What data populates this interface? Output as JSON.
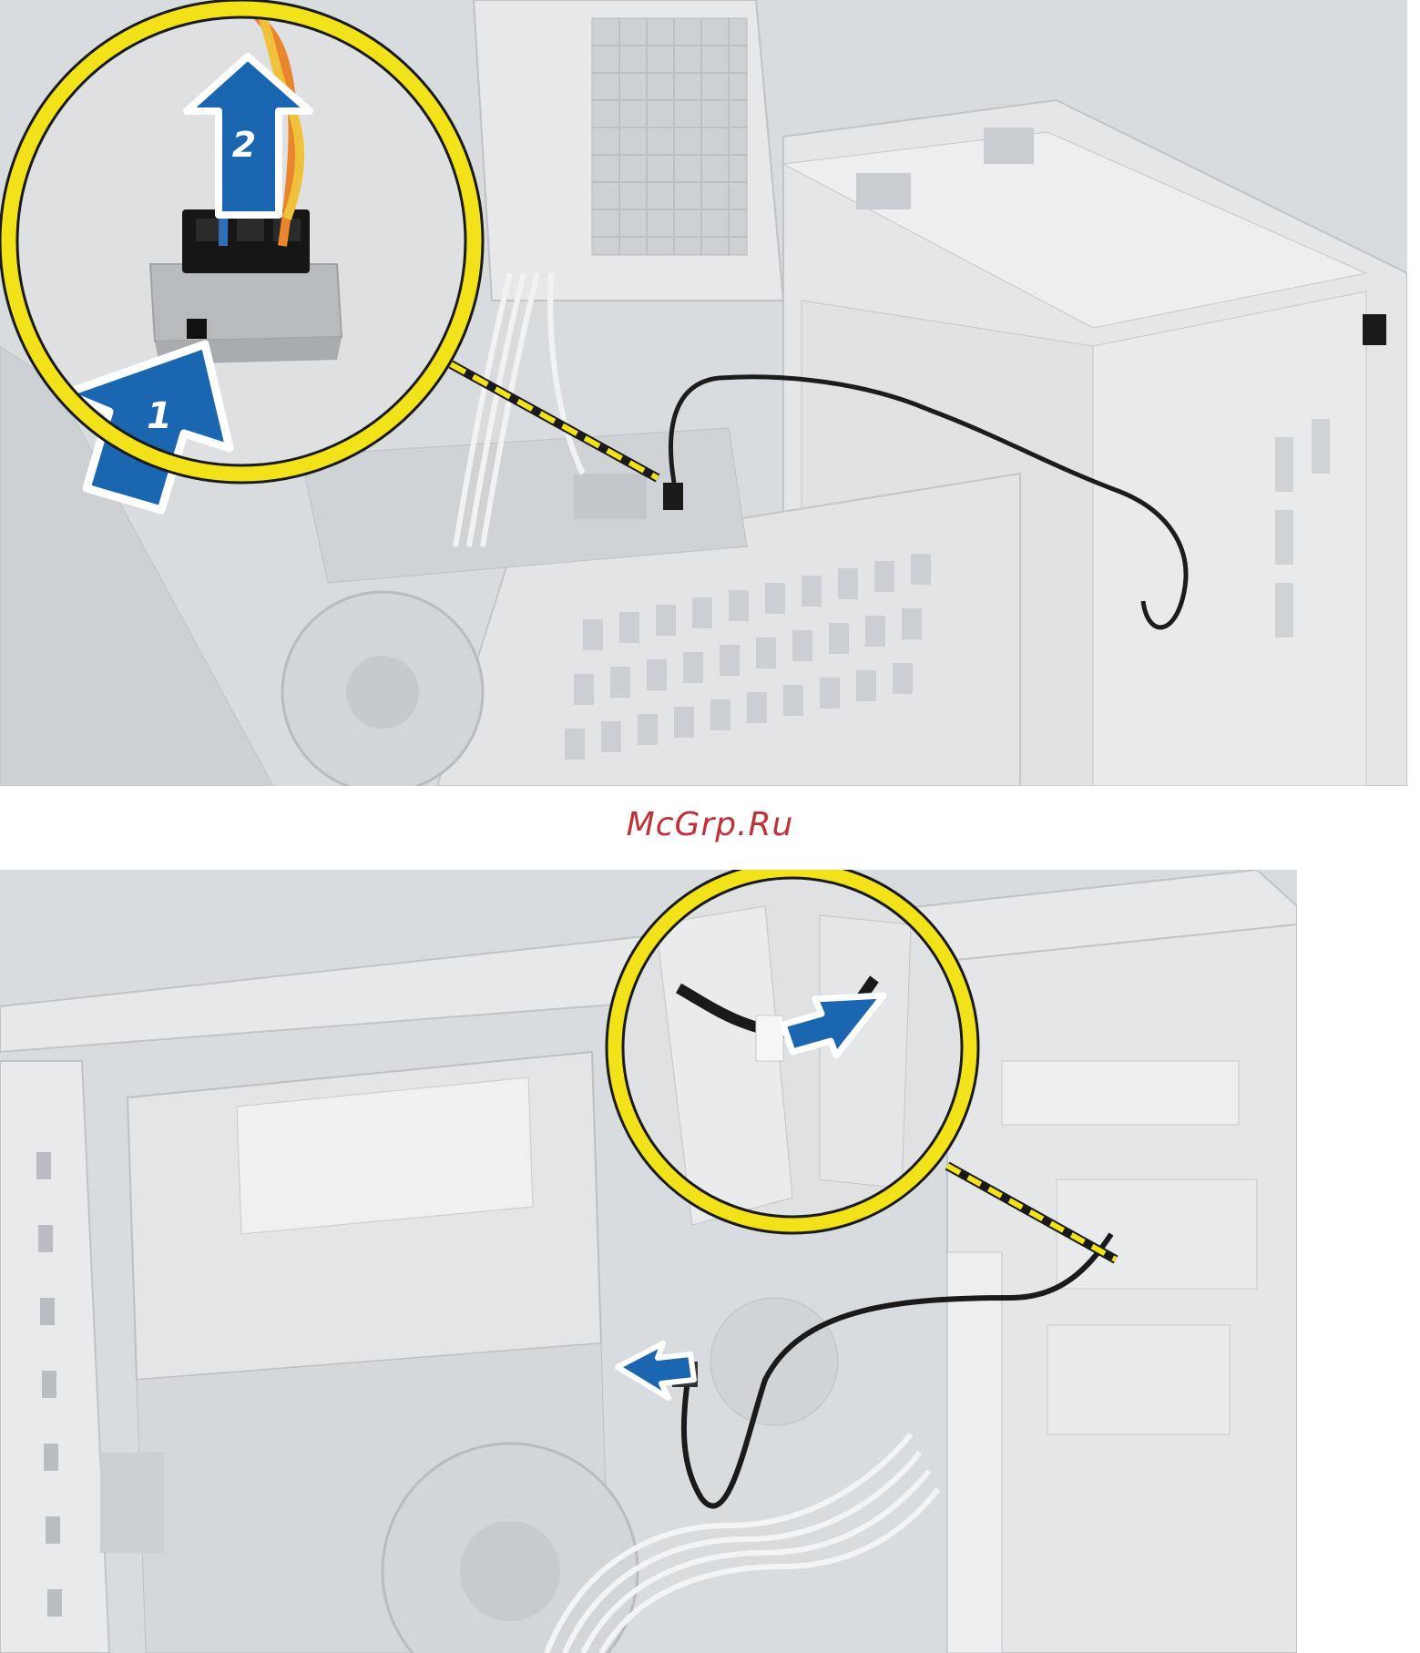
{
  "watermark": {
    "text": "McGrp.Ru"
  },
  "figure_top": {
    "steps": [
      {
        "number": "1",
        "icon": "arrow-up-right-icon"
      },
      {
        "number": "2",
        "icon": "arrow-up-icon"
      }
    ]
  },
  "figure_bottom": {
    "icons": [
      "arrow-right-icon",
      "arrow-left-icon"
    ]
  },
  "colors": {
    "callout_ring": "#f2e21a",
    "arrow_fill": "#1b66b1",
    "arrow_outline": "#ffffff",
    "chassis": "#d9dcdf",
    "watermark": "#c0323a"
  }
}
